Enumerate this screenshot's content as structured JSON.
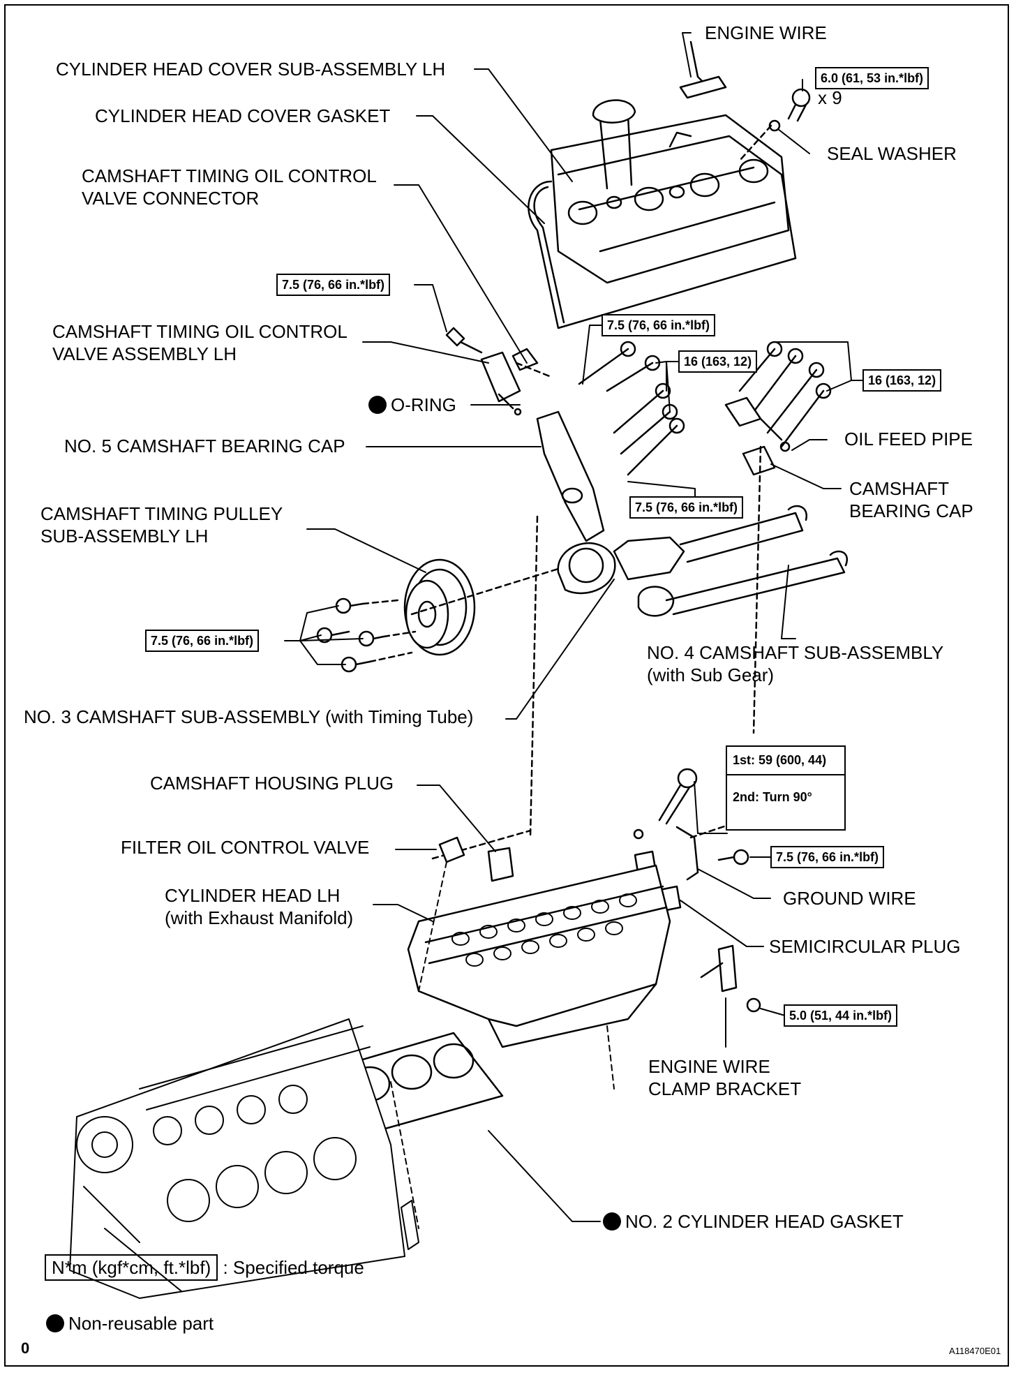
{
  "labels": {
    "engine_wire": "ENGINE WIRE",
    "cover_lh": "CYLINDER HEAD COVER SUB-ASSEMBLY LH",
    "cover_gasket": "CYLINDER HEAD COVER GASKET",
    "seal_washer": "SEAL WASHER",
    "ocv_connector_1": "CAMSHAFT TIMING OIL CONTROL",
    "ocv_connector_2": "VALVE CONNECTOR",
    "ocv_assy_1": "CAMSHAFT TIMING OIL CONTROL",
    "ocv_assy_2": "VALVE ASSEMBLY LH",
    "o_ring": "O-RING",
    "no5_cap": "NO. 5 CAMSHAFT BEARING CAP",
    "oil_feed_pipe": "OIL FEED PIPE",
    "cam_bearing_cap_1": "CAMSHAFT",
    "cam_bearing_cap_2": "BEARING CAP",
    "pulley_1": "CAMSHAFT TIMING PULLEY",
    "pulley_2": "SUB-ASSEMBLY LH",
    "no4_cam_1": "NO. 4 CAMSHAFT SUB-ASSEMBLY",
    "no4_cam_2": "(with Sub Gear)",
    "no3_cam": "NO. 3 CAMSHAFT SUB-ASSEMBLY (with Timing Tube)",
    "housing_plug": "CAMSHAFT HOUSING PLUG",
    "filter_ocv": "FILTER OIL CONTROL VALVE",
    "head_lh_1": "CYLINDER HEAD LH",
    "head_lh_2": "(with Exhaust Manifold)",
    "ground_wire": "GROUND WIRE",
    "semicircular_plug": "SEMICIRCULAR PLUG",
    "clamp_bracket_1": "ENGINE WIRE",
    "clamp_bracket_2": "CLAMP BRACKET",
    "head_gasket": "NO. 2 CYLINDER HEAD GASKET",
    "x9": "x 9"
  },
  "torques": {
    "cover_bolt": "6.0 (61, 53 in.*lbf)",
    "ocv_bolt": "7.5 (76, 66 in.*lbf)",
    "no5_cap_bolt": "7.5 (76, 66 in.*lbf)",
    "cap_bolts_left": "16 (163, 12)",
    "cap_bolts_right": "16 (163, 12)",
    "cap_bolt_lower": "7.5 (76, 66 in.*lbf)",
    "pulley_bolts": "7.5 (76, 66 in.*lbf)",
    "head_bolt_1st": "1st: 59 (600, 44)",
    "head_bolt_2nd": "2nd: Turn 90°",
    "ground_bolt": "7.5 (76, 66 in.*lbf)",
    "bracket_bolt": "5.0 (51, 44 in.*lbf)"
  },
  "legend": {
    "torque_box": "N*m (kgf*cm, ft.*lbf)",
    "torque_desc": ": Specified torque",
    "nonreusable": "Non-reusable part"
  },
  "footer": {
    "page_mark": "0",
    "figure_id": "A118470E01"
  }
}
